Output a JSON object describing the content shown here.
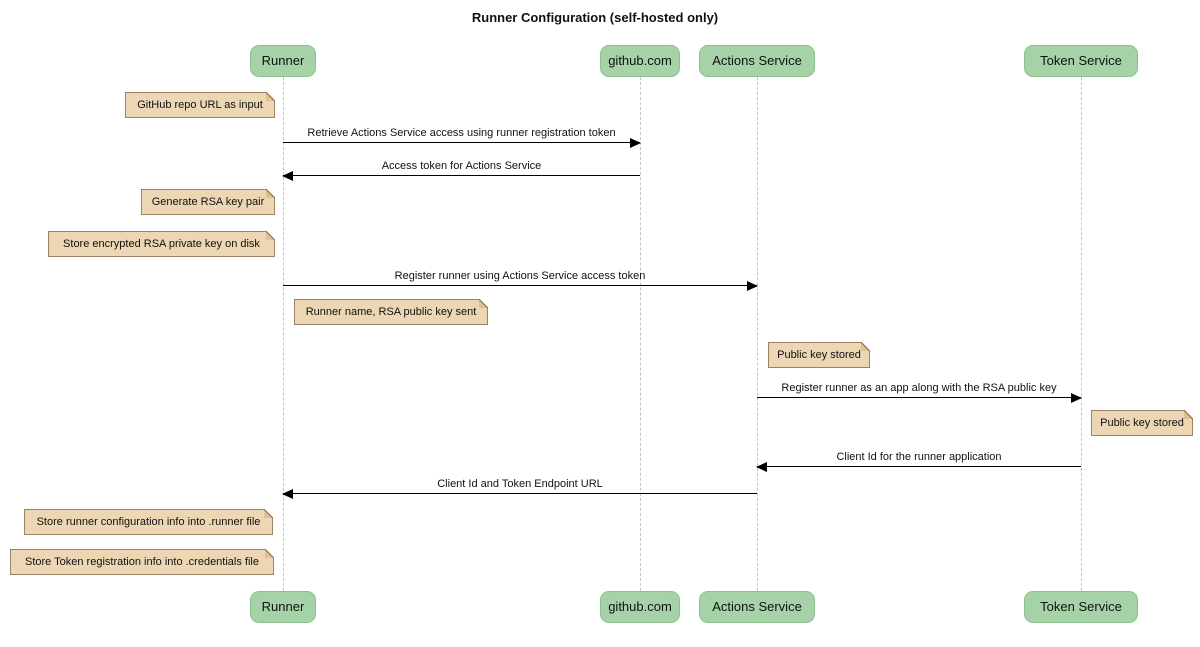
{
  "title": "Runner Configuration (self-hosted only)",
  "colors": {
    "background": "#ffffff",
    "text": "#111111",
    "participant_fill": "#a5d3a7",
    "participant_border": "#8fbf91",
    "note_fill": "#ecd6b4",
    "note_border": "#9a8262",
    "lifeline": "#c4c4c4",
    "message": "#000000"
  },
  "participants": [
    {
      "id": "runner",
      "label": "Runner"
    },
    {
      "id": "github",
      "label": "github.com"
    },
    {
      "id": "actions-service",
      "label": "Actions Service"
    },
    {
      "id": "token-service",
      "label": "Token Service"
    }
  ],
  "notes": [
    {
      "text": "GitHub repo URL as input",
      "anchor": "runner",
      "side": "left"
    },
    {
      "text": "Generate RSA key pair",
      "anchor": "runner",
      "side": "left"
    },
    {
      "text": "Store encrypted RSA private key on disk",
      "anchor": "runner",
      "side": "left"
    },
    {
      "text": "Runner name, RSA public key sent",
      "anchor": "runner",
      "side": "right"
    },
    {
      "text": "Public key stored",
      "anchor": "actions-service",
      "side": "right"
    },
    {
      "text": "Public key stored",
      "anchor": "token-service",
      "side": "right"
    },
    {
      "text": "Store runner configuration info into .runner file",
      "anchor": "runner",
      "side": "left"
    },
    {
      "text": "Store Token registration info into .credentials file",
      "anchor": "runner",
      "side": "left"
    }
  ],
  "messages": [
    {
      "text": "Retrieve Actions Service access using runner registration token",
      "from": "runner",
      "to": "github",
      "direction": "right"
    },
    {
      "text": "Access token for Actions Service",
      "from": "github",
      "to": "runner",
      "direction": "left"
    },
    {
      "text": "Register runner using Actions Service access token",
      "from": "runner",
      "to": "actions-service",
      "direction": "right"
    },
    {
      "text": "Register runner as an app along with the RSA public key",
      "from": "actions-service",
      "to": "token-service",
      "direction": "right"
    },
    {
      "text": "Client Id for the runner application",
      "from": "token-service",
      "to": "actions-service",
      "direction": "left"
    },
    {
      "text": "Client Id and Token Endpoint URL",
      "from": "actions-service",
      "to": "runner",
      "direction": "left"
    }
  ]
}
